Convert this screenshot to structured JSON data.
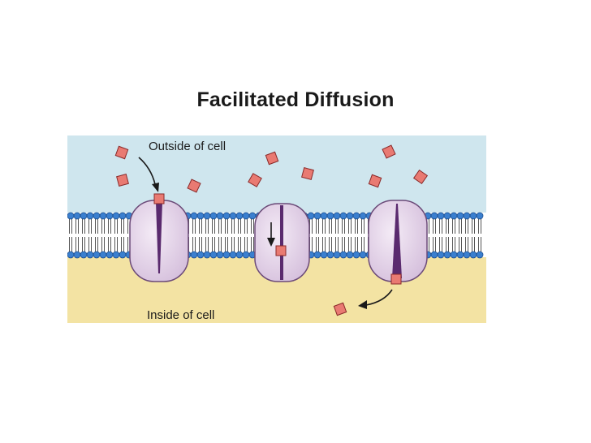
{
  "title": "Facilitated Diffusion",
  "labels": {
    "outside": "Outside of cell",
    "inside": "Inside of cell"
  },
  "colors": {
    "outside_fluid": "#cfe6ee",
    "inside_fluid": "#f3e3a3",
    "lipid_head": "#3a7fcf",
    "protein": "#e6d4ea",
    "channel": "#5a2a6e",
    "molecule": "#e97a72"
  }
}
